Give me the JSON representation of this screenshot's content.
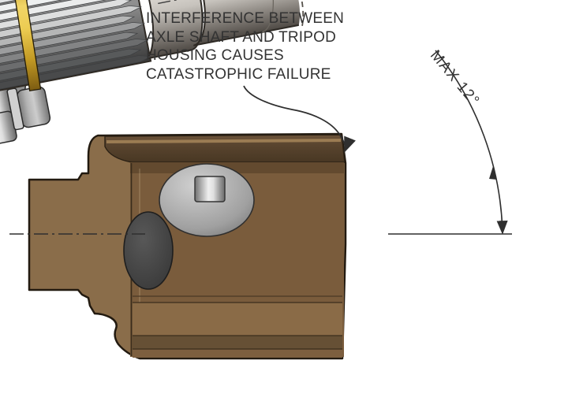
{
  "annotation": {
    "lines": [
      "INTERFERENCE BETWEEN",
      "AXLE SHAFT AND TRIPOD",
      "HOUSING CAUSES",
      "CATASTROPHIC FAILURE"
    ]
  },
  "angle_label": "MAX 12°",
  "colors": {
    "ink": "#333333",
    "housing": "#8a6d4a",
    "housing_dark": "#56422d",
    "housing_interior": "#7a5c3c",
    "ring_gold": "#e3c04a",
    "metal_light": "#cfcac3",
    "metal_dark": "#4e4944"
  }
}
